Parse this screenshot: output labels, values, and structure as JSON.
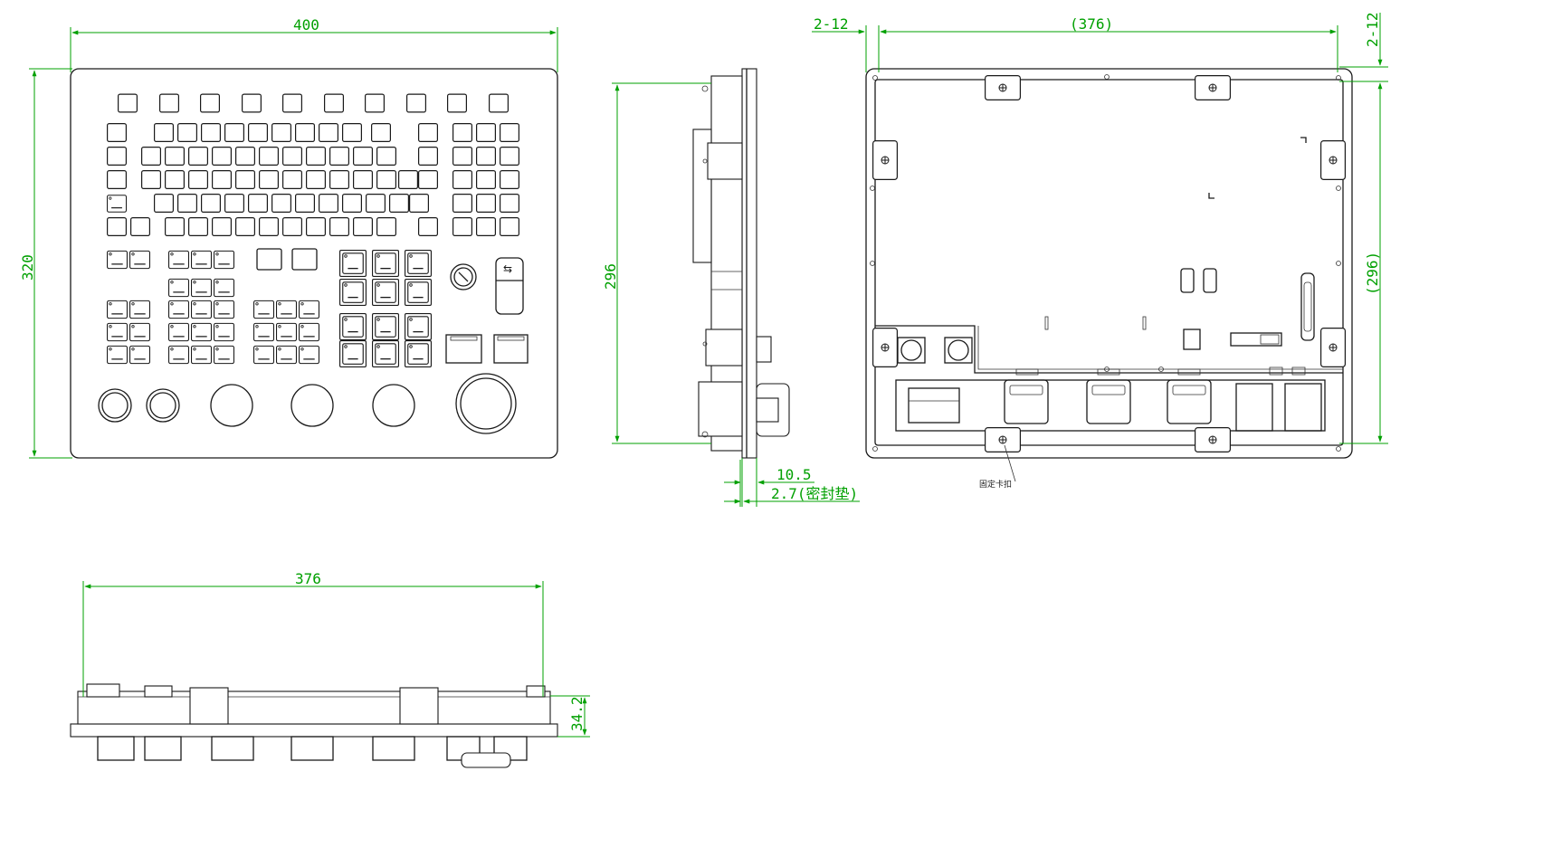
{
  "dimensions": {
    "front_width": "400",
    "front_height": "320",
    "side_height": "296",
    "side_thickness": "10.5",
    "gasket": "2.7(密封垫)",
    "rear_width": "(376)",
    "rear_height": "(296)",
    "rear_hole_left": "2-12",
    "rear_hole_right": "2-12",
    "bottom_width": "376",
    "bottom_height": "34.2"
  },
  "labels": {
    "fixing_clip_note": "固定卡扣"
  },
  "colors": {
    "dimension": "#00a000",
    "outline": "#1a1a1a"
  }
}
